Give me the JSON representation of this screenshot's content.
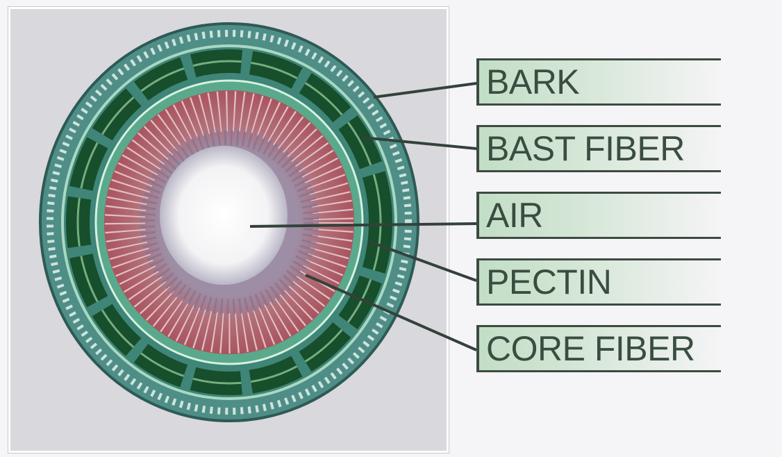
{
  "labels": [
    {
      "id": "bark",
      "text": "BARK"
    },
    {
      "id": "bast-fiber",
      "text": "BAST FIBER"
    },
    {
      "id": "air",
      "text": "AIR"
    },
    {
      "id": "pectin",
      "text": "PECTIN"
    },
    {
      "id": "core-fiber",
      "text": "CORE FIBER"
    }
  ],
  "colors": {
    "background": "#f5f4f6",
    "frame": "#d9d8dc",
    "bark": "#3e8a78",
    "bast_fiber": "#1e5a32",
    "core_fiber": "#b06a72",
    "pith": "#ffffff",
    "leader_line": "#33413a",
    "label_fill": "#c2dec6",
    "label_text": "#3a4d41"
  }
}
